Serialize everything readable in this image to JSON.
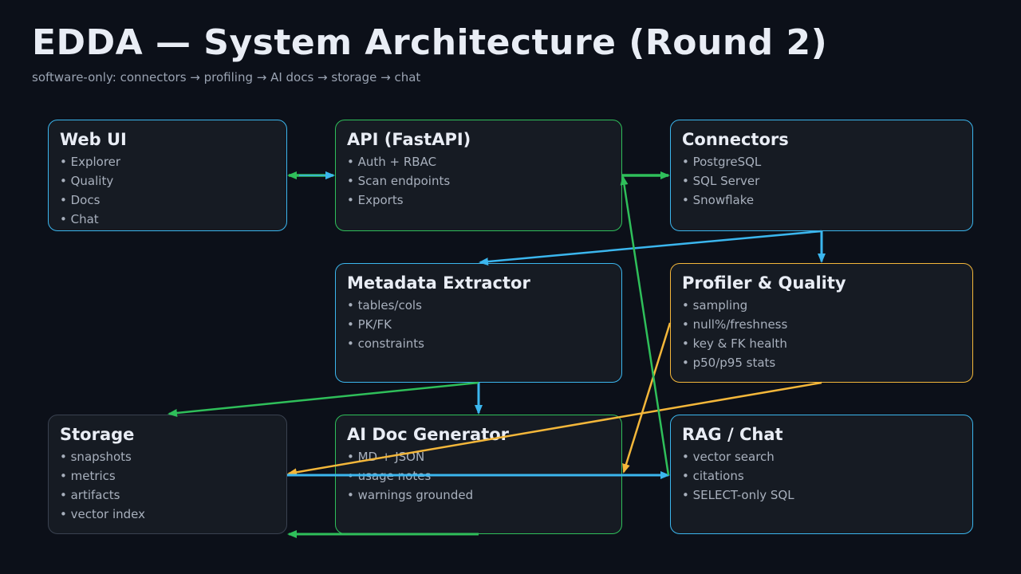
{
  "header": {
    "title": "EDDA — System Architecture (Round 2)",
    "subtitle": "software-only: connectors → profiling → AI docs → storage → chat"
  },
  "colors": {
    "background": "#0c1019",
    "blue": "#3bb6ee",
    "green": "#2fbf5a",
    "orange": "#f4b73a",
    "gray": "#3a4250"
  },
  "nodes": {
    "web_ui": {
      "title": "Web UI",
      "items": [
        "• Explorer",
        "• Quality",
        "• Docs",
        "• Chat"
      ]
    },
    "api": {
      "title": "API (FastAPI)",
      "items": [
        "• Auth + RBAC",
        "• Scan endpoints",
        "• Exports"
      ]
    },
    "connectors": {
      "title": "Connectors",
      "items": [
        "• PostgreSQL",
        "• SQL Server",
        "• Snowflake"
      ]
    },
    "metadata": {
      "title": "Metadata Extractor",
      "items": [
        "• tables/cols",
        "• PK/FK",
        "• constraints"
      ]
    },
    "profiler": {
      "title": "Profiler & Quality",
      "items": [
        "• sampling",
        "• null%/freshness",
        "• key & FK health",
        "• p50/p95 stats"
      ]
    },
    "storage": {
      "title": "Storage",
      "items": [
        "• snapshots",
        "• metrics",
        "• artifacts",
        "• vector index"
      ]
    },
    "ai_doc": {
      "title": "AI Doc Generator",
      "items": [
        "• MD + JSON",
        "• usage notes",
        "• warnings grounded"
      ]
    },
    "rag": {
      "title": "RAG / Chat",
      "items": [
        "• vector search",
        "• citations",
        "• SELECT-only SQL"
      ]
    }
  },
  "edges": [
    {
      "from": "web_ui",
      "to": "api",
      "color": "green",
      "bidirectional": true
    },
    {
      "from": "api",
      "to": "connectors",
      "color": "green"
    },
    {
      "from": "connectors",
      "to": "profiler",
      "color": "blue"
    },
    {
      "from": "connectors",
      "to": "metadata",
      "color": "blue"
    },
    {
      "from": "metadata",
      "to": "ai_doc",
      "color": "blue"
    },
    {
      "from": "metadata",
      "to": "storage",
      "color": "green"
    },
    {
      "from": "profiler",
      "to": "storage",
      "color": "orange"
    },
    {
      "from": "profiler",
      "to": "ai_doc",
      "color": "orange"
    },
    {
      "from": "storage",
      "to": "rag",
      "color": "blue"
    },
    {
      "from": "rag",
      "to": "api",
      "color": "green"
    },
    {
      "from": "ai_doc",
      "to": "storage",
      "color": "green"
    }
  ]
}
